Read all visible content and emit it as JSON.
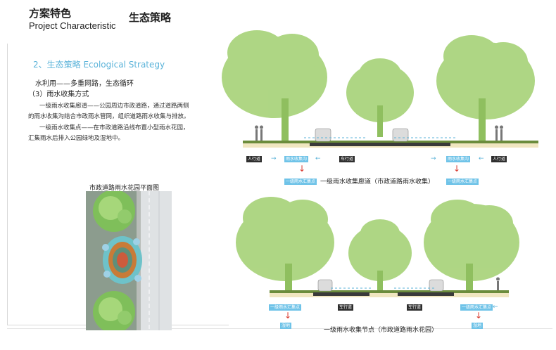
{
  "header": {
    "title_cn": "方案特色",
    "title_en": "Project Characteristic",
    "section": "生态策略"
  },
  "content": {
    "subheading": "2、生态策略 Ecological Strategy",
    "line1": "水利用——多重网路，生态循环",
    "line2": "（3）雨水收集方式",
    "para1": "一级雨水收集廊道——公园周边市政道路，通过道路两侧的雨水收集沟结合市政雨水管网，组织道路雨水收集与排放。",
    "para2": "一级雨水收集点——在市政道路沿线布置小型雨水花园，汇集雨水后排入公园绿地及湿地中。"
  },
  "plan": {
    "title": "市政道路雨水花园平面图"
  },
  "section1": {
    "caption": "一级雨水收集廊道（市政道路雨水收集）",
    "sidewalk_left": "人行道",
    "sidewalk_right": "人行道",
    "lane_label": "车行道",
    "ditch_left": "雨水收集沟",
    "ditch_right": "雨水收集沟",
    "collect_left": "一级雨水汇集点",
    "collect_right": "一级雨水汇集点"
  },
  "section2": {
    "caption": "一级雨水收集节点（市政道路雨水花园）",
    "lane_left": "车行道",
    "lane_right": "车行道",
    "collect_left": "一级雨水汇集点",
    "collect_right": "一级雨水汇集点",
    "dest_left": "湿地",
    "dest_right": "湿地"
  },
  "colors": {
    "accent_blue": "#5bb3d9",
    "tree_green": "#a8d37a",
    "arrow_red": "#d8362b",
    "road_dark": "#3a3a3a"
  }
}
